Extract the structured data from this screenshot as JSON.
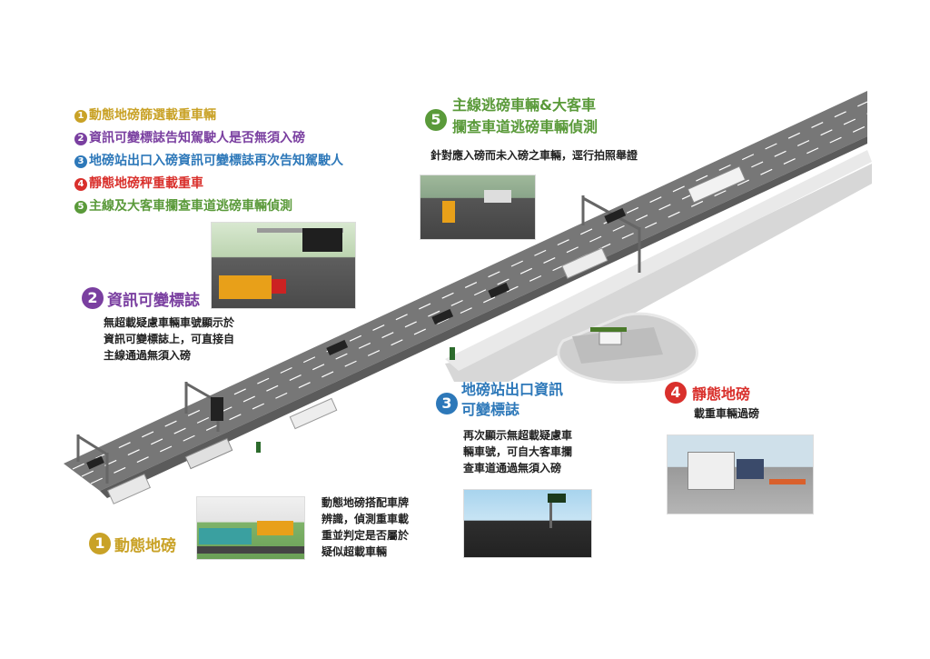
{
  "colors": {
    "step1": "#c9a227",
    "step2": "#7a3fa0",
    "step3": "#2d78b9",
    "step4": "#d9302c",
    "step5": "#5a9a3a"
  },
  "legend": [
    {
      "num": "1",
      "text": "動態地磅篩選載重車輛"
    },
    {
      "num": "2",
      "text": "資訊可變標誌告知駕駛人是否無須入磅"
    },
    {
      "num": "3",
      "text": "地磅站出口入磅資訊可變標誌再次告知駕駛人"
    },
    {
      "num": "4",
      "text": "靜態地磅秤重載重車"
    },
    {
      "num": "5",
      "text": "主線及大客車攔查車道逃磅車輛偵測"
    }
  ],
  "callouts": {
    "c1": {
      "num": "1",
      "title": "動態地磅",
      "desc": [
        "動態地磅搭配車牌",
        "辨識，偵測重車載",
        "重並判定是否屬於",
        "疑似超載車輛"
      ]
    },
    "c2": {
      "num": "2",
      "title": "資訊可變標誌",
      "desc": [
        "無超載疑慮車輛車號顯示於",
        "資訊可變標誌上，可直接自",
        "主線通過無須入磅"
      ]
    },
    "c3": {
      "num": "3",
      "title_lines": [
        "地磅站出口資訊",
        "可變標誌"
      ],
      "desc": [
        "再次顯示無超載疑慮車",
        "輛車號，可自大客車攔",
        "查車道通過無須入磅"
      ]
    },
    "c4": {
      "num": "4",
      "title": "靜態地磅",
      "desc": [
        "載重車輛過磅"
      ]
    },
    "c5": {
      "num": "5",
      "title_lines": [
        "主線逃磅車輛&大客車",
        "攔查車道逃磅車輛偵測"
      ],
      "desc": [
        "針對應入磅而未入磅之車輛，逕行拍照舉證"
      ]
    }
  }
}
